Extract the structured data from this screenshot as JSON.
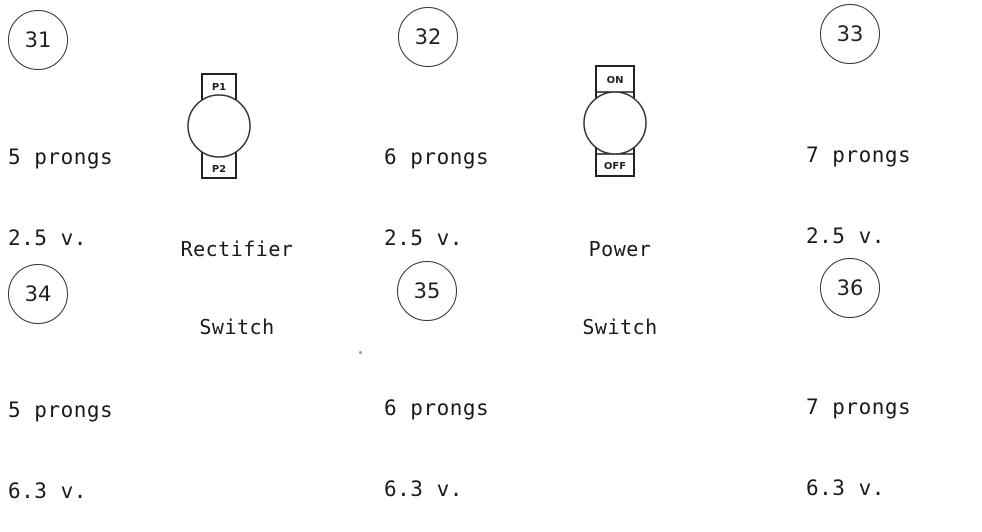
{
  "sockets": [
    {
      "number": "31",
      "prongs": "5 prongs",
      "voltage": "2.5 v."
    },
    {
      "number": "32",
      "prongs": "6 prongs",
      "voltage": "2.5 v."
    },
    {
      "number": "33",
      "prongs": "7 prongs",
      "voltage": "2.5 v."
    },
    {
      "number": "34",
      "prongs": "5 prongs",
      "voltage": "6.3 v."
    },
    {
      "number": "35",
      "prongs": "6 prongs",
      "voltage": "6.3 v."
    },
    {
      "number": "36",
      "prongs": "7 prongs",
      "voltage": "6.3 v."
    }
  ],
  "switches": {
    "rectifier": {
      "top_label": "P1",
      "bottom_label": "P2",
      "caption_line1": "Rectifier",
      "caption_line2": "Switch"
    },
    "power": {
      "top_label": "ON",
      "bottom_label": "OFF",
      "caption_line1": "Power",
      "caption_line2": "Switch"
    }
  },
  "colors": {
    "ink": "#1a1a1a",
    "background": "#ffffff"
  }
}
